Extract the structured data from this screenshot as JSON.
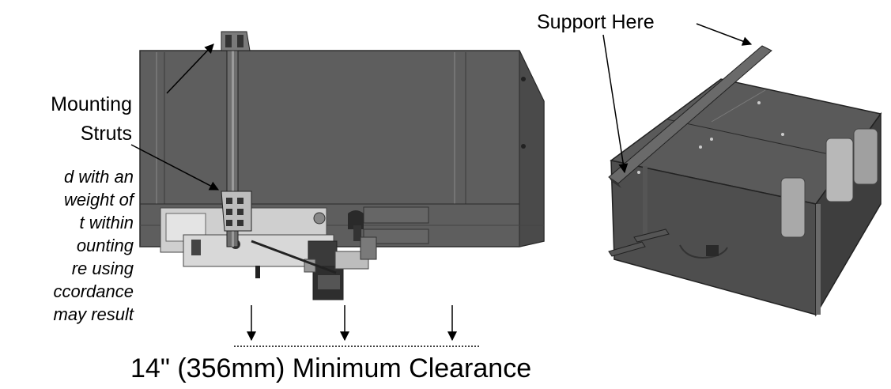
{
  "labels": {
    "mounting": "Mounting",
    "struts": "Struts",
    "support_here": "Support Here",
    "clearance": "14\" (356mm) Minimum Clearance"
  },
  "note_lines": [
    "d with an",
    "weight of",
    "t within",
    "ounting",
    "re using",
    "ccordance",
    "may result"
  ],
  "colors": {
    "unit_body": "#5a5a5a",
    "unit_dark": "#3c3c3c",
    "unit_light": "#8a8a8a"
  }
}
